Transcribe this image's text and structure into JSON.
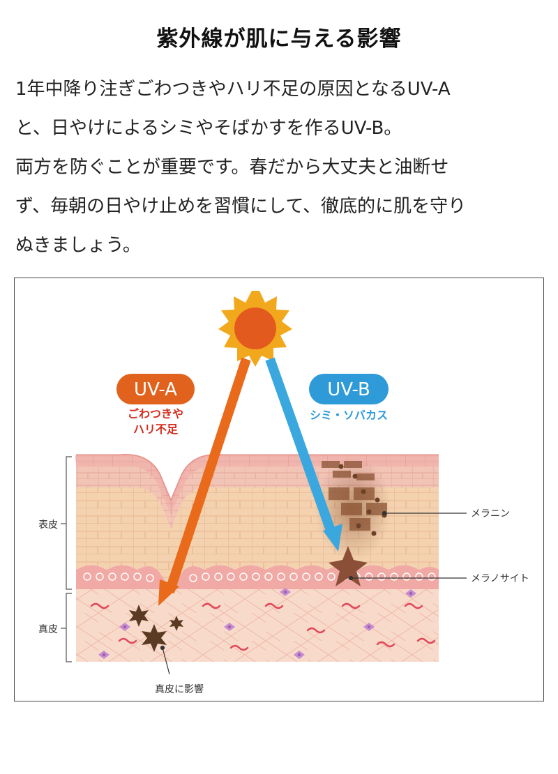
{
  "title": "紫外線が肌に与える影響",
  "intro_lines": [
    "1年中降り注ぎごわつきやハリ不足の原因となるUV-A",
    "と、日やけによるシミやそばかすを作るUV-B。",
    "両方を防ぐことが重要です。春だから大丈夫と油断せ",
    "ず、毎朝の日やけ止めを習慣にして、徹底的に肌を守り",
    "ぬきましょう。"
  ],
  "diagram": {
    "uva": {
      "label": "UV-A",
      "effect_line1": "ごわつきや",
      "effect_line2": "ハリ不足",
      "color": "#e0621c"
    },
    "uvb": {
      "label": "UV-B",
      "effect": "シミ・ソバカス",
      "color": "#2f9ad8"
    },
    "layers": {
      "epidermis": "表皮",
      "dermis": "真皮"
    },
    "callouts": {
      "melanin": "メラニン",
      "melanocyte": "メラノサイト",
      "dermis_effect": "真皮に影響"
    },
    "colors": {
      "sun": "#e35a1e",
      "sun_rays": "#f2a81d",
      "uva_arrow": "#e86a1a",
      "uvb_arrow": "#3aa7de",
      "skin_top": "#efb2ad",
      "skin_mid": "#f3d3b3",
      "dermis": "#f7d6c8"
    }
  }
}
